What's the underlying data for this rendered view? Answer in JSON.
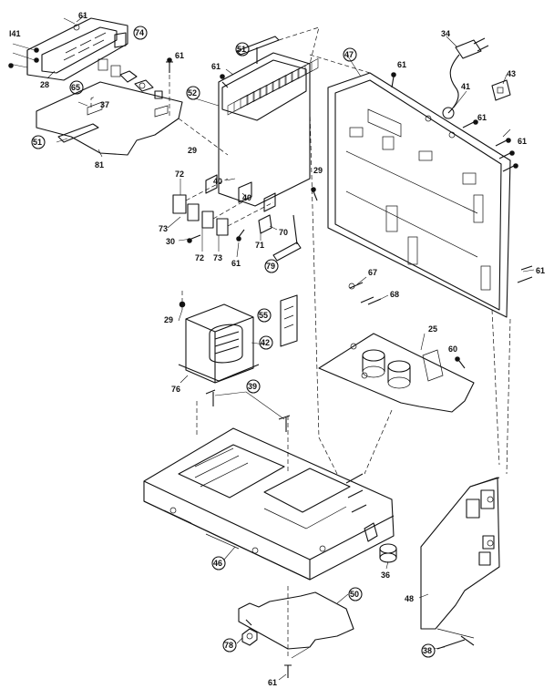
{
  "labels": [
    {
      "id": "l61a",
      "text": "61",
      "circled": false
    },
    {
      "id": "l74",
      "text": "74",
      "circled": true
    },
    {
      "id": "l1",
      "text": "l41",
      "circled": false
    },
    {
      "id": "l28",
      "text": "28",
      "circled": false
    },
    {
      "id": "l65",
      "text": "65",
      "circled": true
    },
    {
      "id": "l37",
      "text": "37",
      "circled": false
    },
    {
      "id": "l51a",
      "text": "51",
      "circled": true
    },
    {
      "id": "l81",
      "text": "81",
      "circled": false
    },
    {
      "id": "l51b",
      "text": "51",
      "circled": true
    },
    {
      "id": "l61b",
      "text": "61",
      "circled": false
    },
    {
      "id": "l61c",
      "text": "61",
      "circled": false
    },
    {
      "id": "l52",
      "text": "52",
      "circled": true
    },
    {
      "id": "l29a",
      "text": "29",
      "circled": false
    },
    {
      "id": "l47",
      "text": "47",
      "circled": true
    },
    {
      "id": "l61d",
      "text": "61",
      "circled": false
    },
    {
      "id": "l34",
      "text": "34",
      "circled": false
    },
    {
      "id": "l43",
      "text": "43",
      "circled": false
    },
    {
      "id": "l41",
      "text": "41",
      "circled": false
    },
    {
      "id": "l61e",
      "text": "61",
      "circled": false
    },
    {
      "id": "l61f",
      "text": "61",
      "circled": false
    },
    {
      "id": "l72a",
      "text": "72",
      "circled": false
    },
    {
      "id": "l40a",
      "text": "40",
      "circled": false
    },
    {
      "id": "l40b",
      "text": "40",
      "circled": false
    },
    {
      "id": "l29b",
      "text": "29",
      "circled": false
    },
    {
      "id": "l73a",
      "text": "73",
      "circled": false
    },
    {
      "id": "l30",
      "text": "30",
      "circled": false
    },
    {
      "id": "l72b",
      "text": "72",
      "circled": false
    },
    {
      "id": "l73b",
      "text": "73",
      "circled": false
    },
    {
      "id": "l61g",
      "text": "61",
      "circled": false
    },
    {
      "id": "l71",
      "text": "71",
      "circled": false
    },
    {
      "id": "l70",
      "text": "70",
      "circled": false
    },
    {
      "id": "l79",
      "text": "79",
      "circled": true
    },
    {
      "id": "l67",
      "text": "67",
      "circled": false
    },
    {
      "id": "l68",
      "text": "68",
      "circled": false
    },
    {
      "id": "l61h",
      "text": "61",
      "circled": false
    },
    {
      "id": "l29c",
      "text": "29",
      "circled": false
    },
    {
      "id": "l55",
      "text": "55",
      "circled": true
    },
    {
      "id": "l42",
      "text": "42",
      "circled": true
    },
    {
      "id": "l25",
      "text": "25",
      "circled": false
    },
    {
      "id": "l60",
      "text": "60",
      "circled": false
    },
    {
      "id": "l76",
      "text": "76",
      "circled": false
    },
    {
      "id": "l39",
      "text": "39",
      "circled": true
    },
    {
      "id": "l46",
      "text": "46",
      "circled": true
    },
    {
      "id": "l36",
      "text": "36",
      "circled": false
    },
    {
      "id": "l48",
      "text": "48",
      "circled": false
    },
    {
      "id": "l50",
      "text": "50",
      "circled": true
    },
    {
      "id": "l78",
      "text": "78",
      "circled": true
    },
    {
      "id": "l38",
      "text": "38",
      "circled": true
    },
    {
      "id": "l61i",
      "text": "61",
      "circled": false
    }
  ]
}
